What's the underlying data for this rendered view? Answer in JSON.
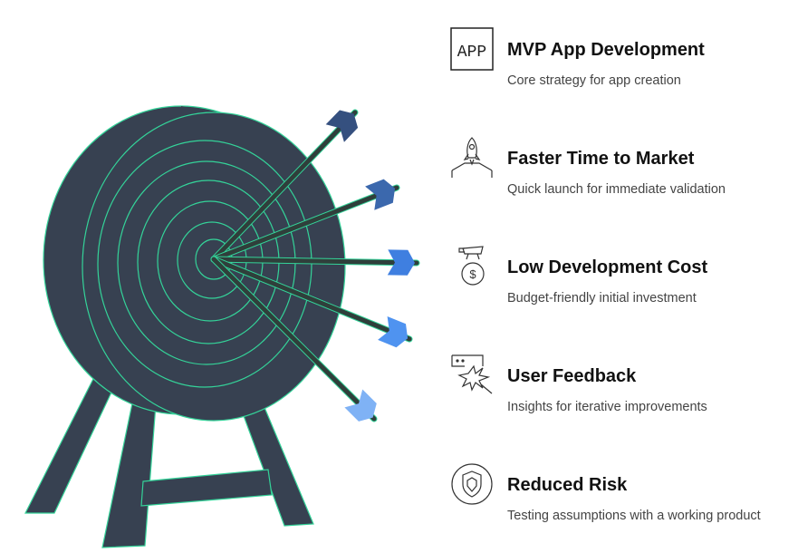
{
  "items": [
    {
      "title": "MVP App Development",
      "desc": "Core strategy for app creation",
      "icon": "app-icon",
      "icon_text": "APP"
    },
    {
      "title": "Faster Time to Market",
      "desc": "Quick launch for immediate validation",
      "icon": "rocket-icon"
    },
    {
      "title": "Low Development Cost",
      "desc": "Budget-friendly initial investment",
      "icon": "money-bag-icon"
    },
    {
      "title": "User Feedback",
      "desc": "Insights for iterative improvements",
      "icon": "feedback-icon"
    },
    {
      "title": "Reduced Risk",
      "desc": "Testing assumptions with a working product",
      "icon": "shield-icon"
    }
  ],
  "colors": {
    "target_fill": "#374151",
    "target_stroke": "#34d399",
    "arrow_shaft": "#2f3f3b",
    "fletchings": [
      "#35507f",
      "#3b68ad",
      "#3f7fe0",
      "#4f93f0",
      "#7fb2f5"
    ]
  }
}
